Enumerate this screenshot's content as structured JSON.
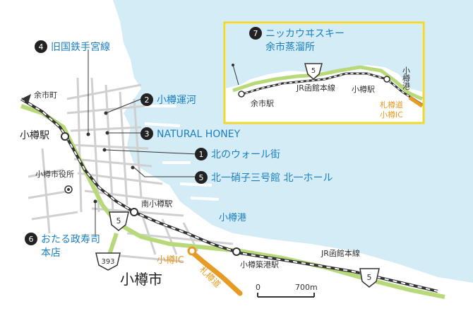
{
  "map": {
    "city_label": "小樽市",
    "harbor_label": "小樽港",
    "stations": {
      "otaru": "小樽駅",
      "minami_otaru": "南小樽駅",
      "otaru_chikko": "小樽築港駅",
      "yoichi_machi": "余市町"
    },
    "landmarks": {
      "city_hall": "小樽市役所"
    },
    "roads": {
      "sapporo_expressway": "札樽道",
      "otaru_ic": "小樽IC",
      "route_5": "5",
      "route_393": "393"
    },
    "rail_line": "JR函館本線",
    "scale": {
      "zero": "0",
      "distance": "700m"
    }
  },
  "spots": [
    {
      "number": "1",
      "label": "北のウォール街"
    },
    {
      "number": "2",
      "label": "小樽運河"
    },
    {
      "number": "3",
      "label": "NATURAL HONEY"
    },
    {
      "number": "4",
      "label": "旧国鉄手宮線"
    },
    {
      "number": "5",
      "label": "北一硝子三号館 北一ホール"
    },
    {
      "number": "6",
      "label": "おたる政寿司",
      "sublabel": "本店"
    },
    {
      "number": "7",
      "label": "ニッカウヰスキー",
      "sublabel": "余市蒸溜所"
    }
  ],
  "inset": {
    "yoichi_station": "余市駅",
    "rail_line": "JR函館本線",
    "otaru_station": "小樽駅",
    "otaru_port": "小樽港",
    "sapporo_expressway": "札樽道",
    "otaru_ic": "小樽IC",
    "route_5": "5"
  },
  "colors": {
    "sea": "#d4ecf6",
    "road_green": "#b7d97a",
    "expressway": "#e89b24",
    "spot_text": "#1a7fc0",
    "inset_border": "#f1d72e",
    "rail": "#333333"
  }
}
